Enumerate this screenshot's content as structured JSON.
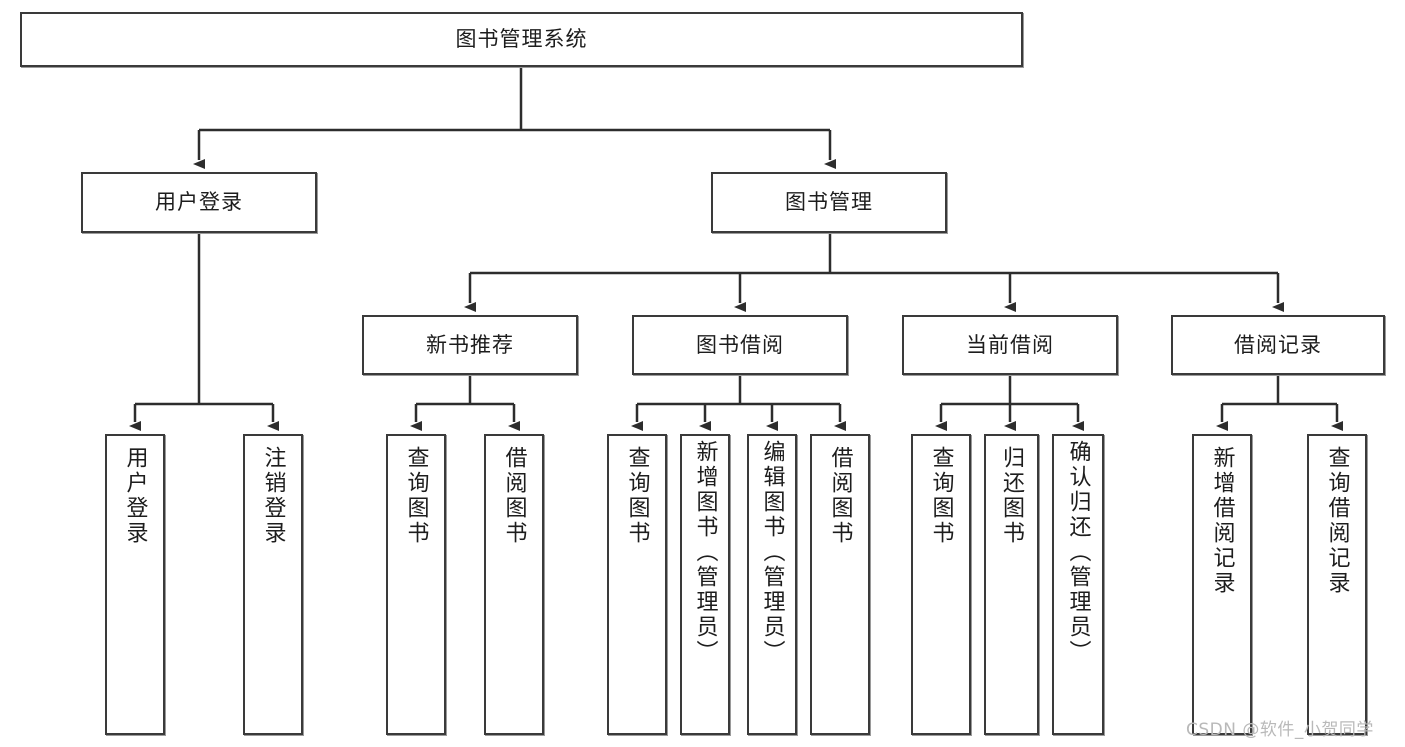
{
  "diagram": {
    "title": "图书管理系统",
    "type": "hierarchy-tree",
    "background_color": "#ffffff",
    "border_color": "#3a3a3a",
    "text_color": "#1d1d1d"
  },
  "nodes": {
    "root": {
      "label": "图书管理系统"
    },
    "level2": [
      {
        "label": "用户登录"
      },
      {
        "label": "图书管理"
      }
    ],
    "level3": [
      {
        "label": "新书推荐"
      },
      {
        "label": "图书借阅"
      },
      {
        "label": "当前借阅"
      },
      {
        "label": "借阅记录"
      }
    ],
    "leaves": [
      {
        "label": "用户登录",
        "parent": "用户登录"
      },
      {
        "label": "注销登录",
        "parent": "用户登录"
      },
      {
        "label": "查询图书",
        "parent": "新书推荐"
      },
      {
        "label": "借阅图书",
        "parent": "新书推荐"
      },
      {
        "label": "查询图书",
        "parent": "图书借阅"
      },
      {
        "label": "新增图书（管理员）",
        "parent": "图书借阅"
      },
      {
        "label": "编辑图书（管理员）",
        "parent": "图书借阅"
      },
      {
        "label": "借阅图书",
        "parent": "图书借阅"
      },
      {
        "label": "查询图书",
        "parent": "当前借阅"
      },
      {
        "label": "归还图书",
        "parent": "当前借阅"
      },
      {
        "label": "确认归还（管理员）",
        "parent": "当前借阅"
      },
      {
        "label": "新增借阅记录",
        "parent": "借阅记录"
      },
      {
        "label": "查询借阅记录",
        "parent": "借阅记录"
      }
    ]
  },
  "watermark": {
    "text": "CSDN @软件_小贺同学"
  }
}
